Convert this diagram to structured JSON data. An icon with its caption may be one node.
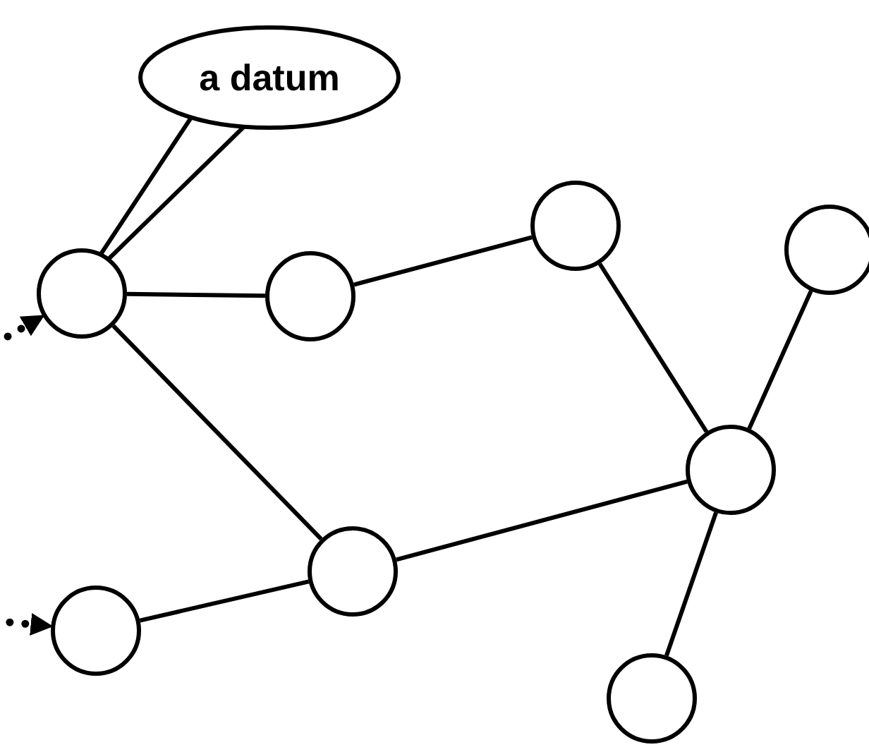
{
  "diagram": {
    "nodes": [
      {
        "text": [
          "a datum"
        ]
      },
      {
        "text": [],
        "shape": "circle"
      },
      {
        "text": [],
        "shape": "circle"
      },
      {
        "text": [],
        "shape": "circle"
      },
      {
        "text": [],
        "shape": "circle"
      },
      {
        "text": [],
        "shape": "circle"
      },
      {
        "text": [],
        "shape": "circle"
      },
      {
        "text": [],
        "shape": "circle"
      },
      {
        "text": [],
        "shape": "circle"
      }
    ],
    "edges": [
      {
        "from": 0,
        "to": 1,
        "arrow": "none"
      },
      {
        "from": null,
        "to": 1,
        "arrow": "to",
        "style": "dashed"
      },
      {
        "from": null,
        "to": 7,
        "arrow": "to",
        "style": "dashed"
      },
      {
        "from": 1,
        "to": 2,
        "arrow": "none"
      },
      {
        "from": 2,
        "to": 3,
        "arrow": "none"
      },
      {
        "from": 3,
        "to": 5,
        "arrow": "none"
      },
      {
        "from": 4,
        "to": 5,
        "arrow": "none"
      },
      {
        "from": 5,
        "to": 8,
        "arrow": "none"
      },
      {
        "from": 1,
        "to": 6,
        "arrow": "none"
      },
      {
        "from": 6,
        "to": 5,
        "arrow": "none"
      },
      {
        "from": 7,
        "to": 6,
        "arrow": "none"
      }
    ]
  }
}
